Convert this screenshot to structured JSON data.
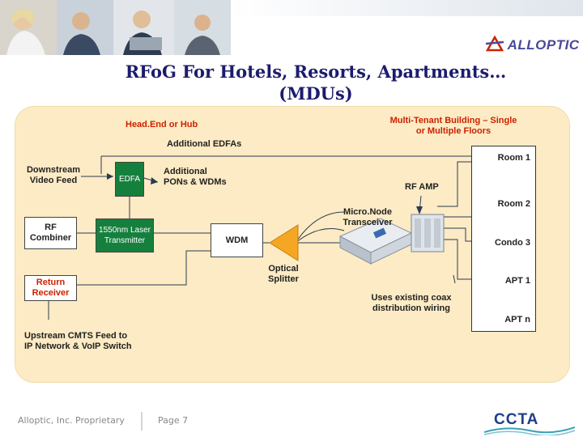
{
  "header": {
    "logo_text": "ALLOPTIC",
    "title_line1": "RFoG For Hotels, Resorts, Apartments…",
    "title_line2": "(MDUs)"
  },
  "headend": {
    "label": "Head.End or Hub",
    "additional_edfas": "Additional EDFAs",
    "downstream": "Downstream\nVideo Feed",
    "edfa": "EDFA",
    "additional_pons": "Additional\nPONs & WDMs",
    "rf_combiner": "RF\nCombiner",
    "laser": "1550nm Laser\nTransmitter",
    "wdm": "WDM",
    "splitter": "Optical\nSplitter",
    "return_receiver": "Return\nReceiver",
    "upstream": "Upstream CMTS Feed to\nIP Network & VoIP Switch"
  },
  "building": {
    "label": "Multi-Tenant  Building – Single\nor Multiple Floors",
    "rf_amp": "RF AMP",
    "micronode": "Micro.Node\nTransceiver",
    "coax_note": "Uses existing coax\ndistribution wiring",
    "rooms": [
      "Room 1",
      "Room 2",
      "Condo 3",
      "APT 1",
      "APT n"
    ]
  },
  "footer": {
    "company": "Alloptic, Inc. Proprietary",
    "page": "Page 7",
    "partner_logo": "CCTA"
  },
  "colors": {
    "title": "#1c1c6e",
    "panel": "#fcebc4",
    "red_label": "#cc2200",
    "green_box": "#15803d",
    "splitter": "#f5a623"
  }
}
